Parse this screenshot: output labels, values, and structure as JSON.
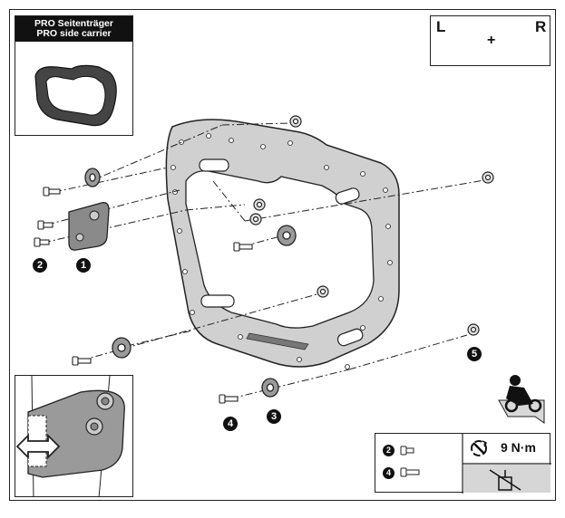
{
  "product": {
    "title_de": "PRO Seitenträger",
    "title_en": "PRO side carrier"
  },
  "sides": {
    "left": "L",
    "plus": "+",
    "right": "R"
  },
  "part_numbers": [
    "1",
    "2",
    "3",
    "4",
    "5"
  ],
  "torque": {
    "value": "9 N·m",
    "bolt_items": [
      "2",
      "4"
    ]
  },
  "colors": {
    "line": "#222222",
    "part_fill": "#9a9a9a",
    "carrier_fill": "#c8c8c8"
  },
  "icons": [
    "motorcycle-left-icon",
    "motorcycle-right-icon",
    "torque-wrench-icon",
    "no-lubricant-icon",
    "rider-mounted-icon",
    "direction-arrow-icon"
  ]
}
